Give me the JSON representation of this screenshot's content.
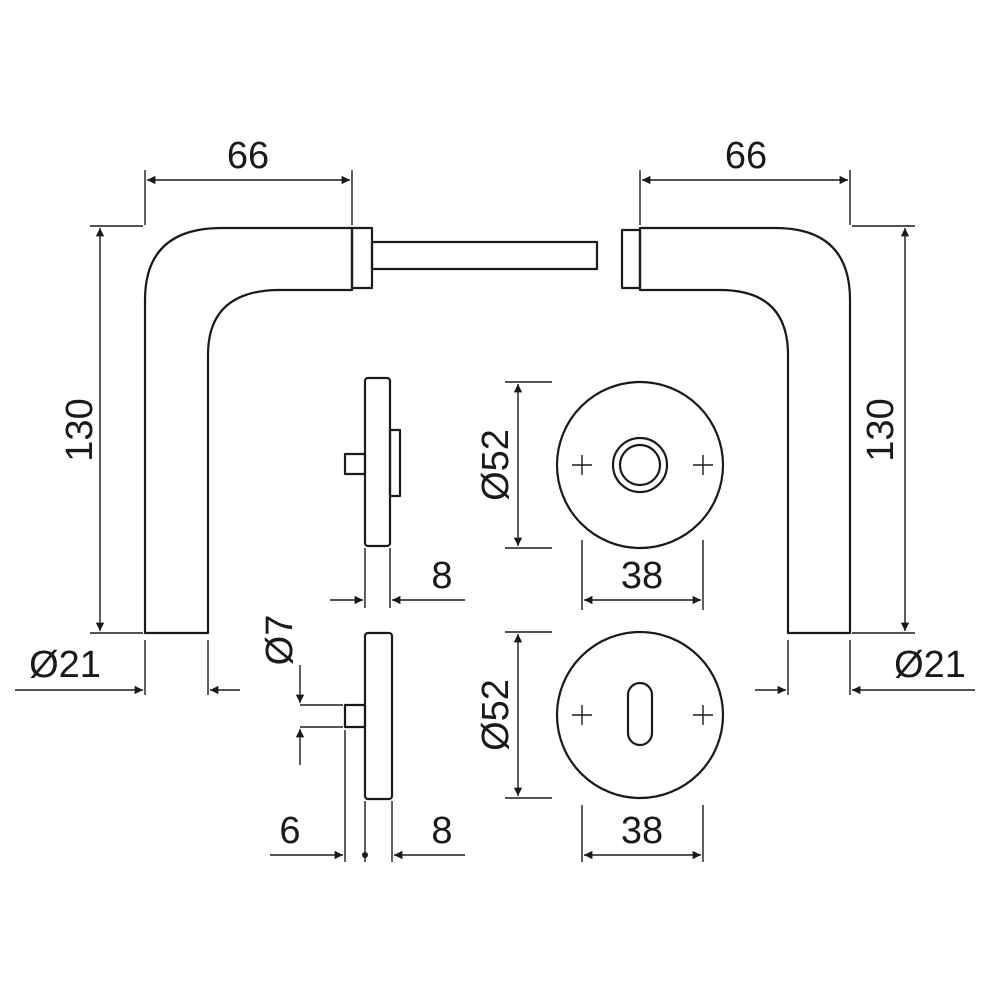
{
  "dimensions": {
    "left_lever_reach": "66",
    "right_lever_reach": "66",
    "left_lever_height": "130",
    "right_lever_height": "130",
    "left_lever_diameter": "Ø21",
    "right_lever_diameter": "Ø21",
    "rose_side_thickness": "8",
    "escutcheon_side_thickness": "8",
    "key_pin_diameter": "Ø7",
    "key_pin_length": "6",
    "rose_diameter": "Ø52",
    "rose_hole_spacing": "38",
    "escutcheon_diameter": "Ø52",
    "escutcheon_hole_spacing": "38"
  },
  "colors": {
    "line": "#1a1a1a",
    "background": "#ffffff"
  }
}
